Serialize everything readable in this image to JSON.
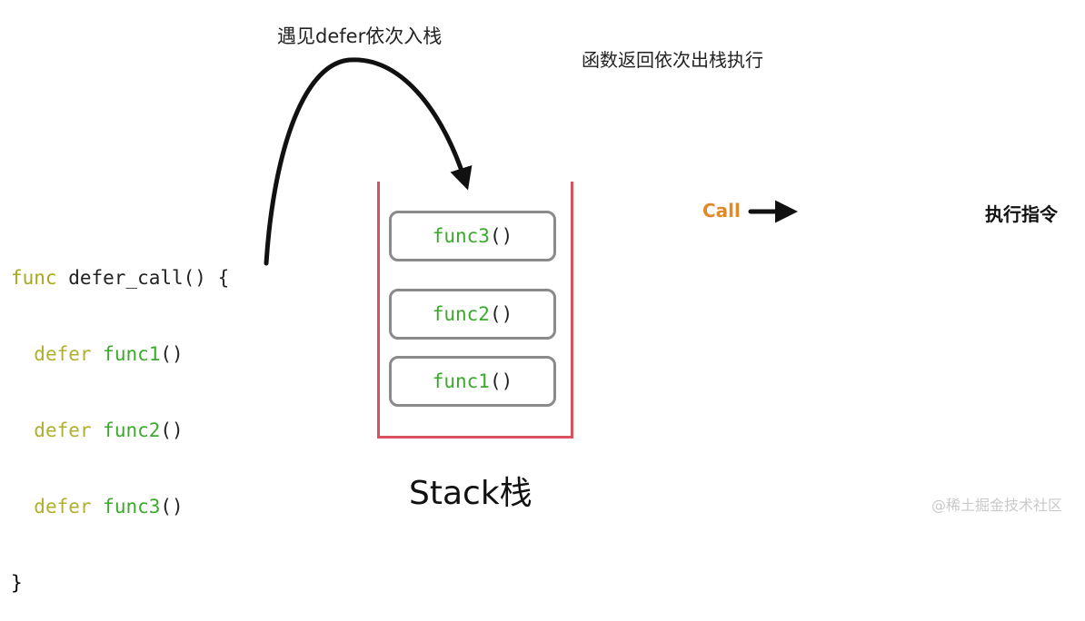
{
  "labels": {
    "push_text": "遇见defer依次入栈",
    "pop_text": "函数返回依次出栈执行",
    "call_text": "Call",
    "exec_text": "执行指令",
    "stack_caption": "Stack栈",
    "watermark": "@稀土掘金技术社区"
  },
  "code": {
    "signature_keyword": "func",
    "signature_name": " defer_call",
    "signature_punct": "() {",
    "defer_keyword": "defer",
    "lines": [
      {
        "fn": "func1",
        "punct": "()"
      },
      {
        "fn": "func2",
        "punct": "()"
      },
      {
        "fn": "func3",
        "punct": "()"
      }
    ],
    "closing": "}"
  },
  "stack": {
    "frames": [
      {
        "fn": "func3",
        "punct": "()"
      },
      {
        "fn": "func2",
        "punct": "()"
      },
      {
        "fn": "func1",
        "punct": "()"
      }
    ]
  },
  "colors": {
    "stack_wall": "#d9535f",
    "frame_border": "#8a8a8a",
    "call_label": "#e08a2a",
    "func_green": "#3aaa2a",
    "keyword_olive": "#b0b030"
  }
}
